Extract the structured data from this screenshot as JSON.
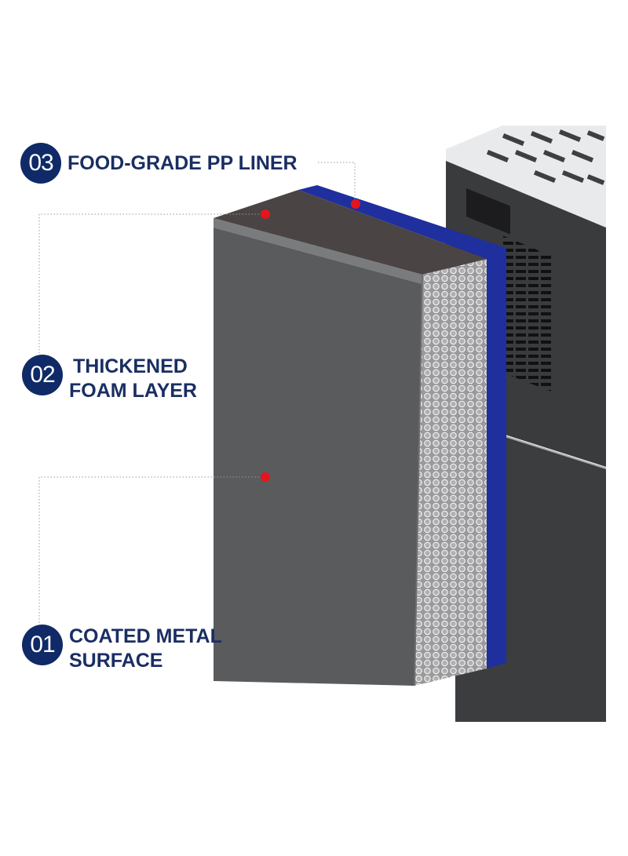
{
  "layers": [
    {
      "number": "03",
      "lines": [
        "FOOD-GRADE PP LINER"
      ]
    },
    {
      "number": "02",
      "lines": [
        "THICKENED",
        "FOAM LAYER"
      ]
    },
    {
      "number": "01",
      "lines": [
        "COATED METAL",
        "SURFACE"
      ]
    }
  ],
  "colors": {
    "badge": "#0f2a66",
    "label_text": "#1a2e63",
    "marker": "#e8141c",
    "liner_blue": "#1f2f9e",
    "panel_gray": "#5a5b5d",
    "panel_top": "#4a4445",
    "cabinet_dark": "#3a3b3d",
    "cabinet_top": "#e9eaec"
  }
}
